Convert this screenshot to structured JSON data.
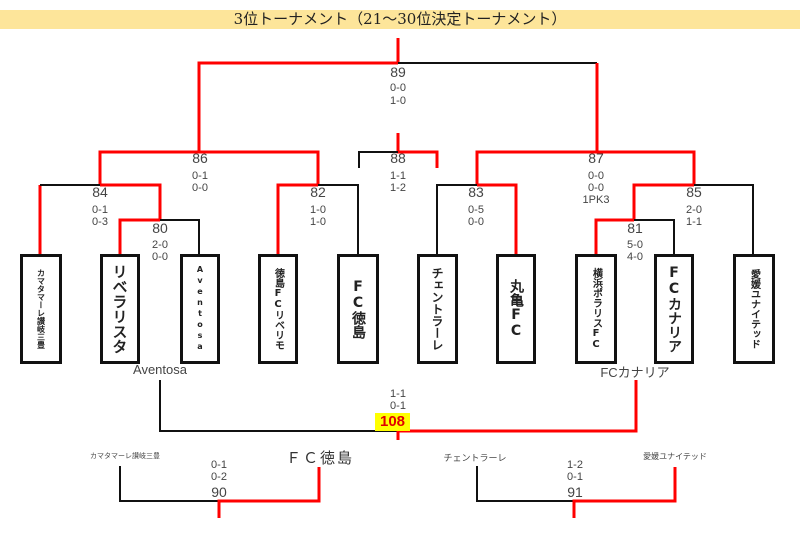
{
  "title": "3位トーナメント（21～30位決定トーナメント）",
  "colors": {
    "winner_line": "#ff0000",
    "loser_line": "#111111",
    "title_bg": "#fde59a",
    "highlight_bg": "#ffff00",
    "highlight_text": "#e00000"
  },
  "teams": [
    {
      "name": "カマタマーレ讃岐三豊",
      "size": "s"
    },
    {
      "name": "リベラリスタ",
      "size": "l"
    },
    {
      "name": "Aventosa",
      "size": "s"
    },
    {
      "name": "徳島FCリベリモ",
      "size": "m"
    },
    {
      "name": "FC徳島",
      "size": "l"
    },
    {
      "name": "チェントラーレ",
      "size": "m"
    },
    {
      "name": "丸亀FC",
      "size": "l"
    },
    {
      "name": "横浜ポラリスFC",
      "size": "m"
    },
    {
      "name": "FCカナリア",
      "size": "l"
    },
    {
      "name": "愛媛ユナイテッド",
      "size": "m"
    }
  ],
  "matches": [
    {
      "no": "80",
      "scores": [
        "2-0",
        "0-0"
      ]
    },
    {
      "no": "81",
      "scores": [
        "5-0",
        "4-0"
      ]
    },
    {
      "no": "82",
      "scores": [
        "1-0",
        "1-0"
      ]
    },
    {
      "no": "83",
      "scores": [
        "0-5",
        "0-0"
      ]
    },
    {
      "no": "84",
      "scores": [
        "0-1",
        "0-3"
      ]
    },
    {
      "no": "85",
      "scores": [
        "2-0",
        "1-1"
      ]
    },
    {
      "no": "86",
      "scores": [
        "0-1",
        "0-0"
      ]
    },
    {
      "no": "87",
      "scores": [
        "0-0",
        "0-0",
        "1PK3"
      ]
    },
    {
      "no": "88",
      "scores": [
        "1-1",
        "1-2"
      ]
    },
    {
      "no": "89",
      "scores": [
        "0-0",
        "1-0"
      ]
    }
  ],
  "match108": {
    "no": "108",
    "scores": [
      "1-1",
      "0-1"
    ],
    "left_team": "Aventosa",
    "right_team": "FCカナリア"
  },
  "match90": {
    "no": "90",
    "scores": [
      "0-1",
      "0-2"
    ],
    "left_team": "カマタマーレ讃岐三豊",
    "right_team": "ＦＣ徳島"
  },
  "match91": {
    "no": "91",
    "scores": [
      "1-2",
      "0-1"
    ],
    "left_team": "チェントラーレ",
    "right_team": "愛媛ユナイテッド"
  }
}
